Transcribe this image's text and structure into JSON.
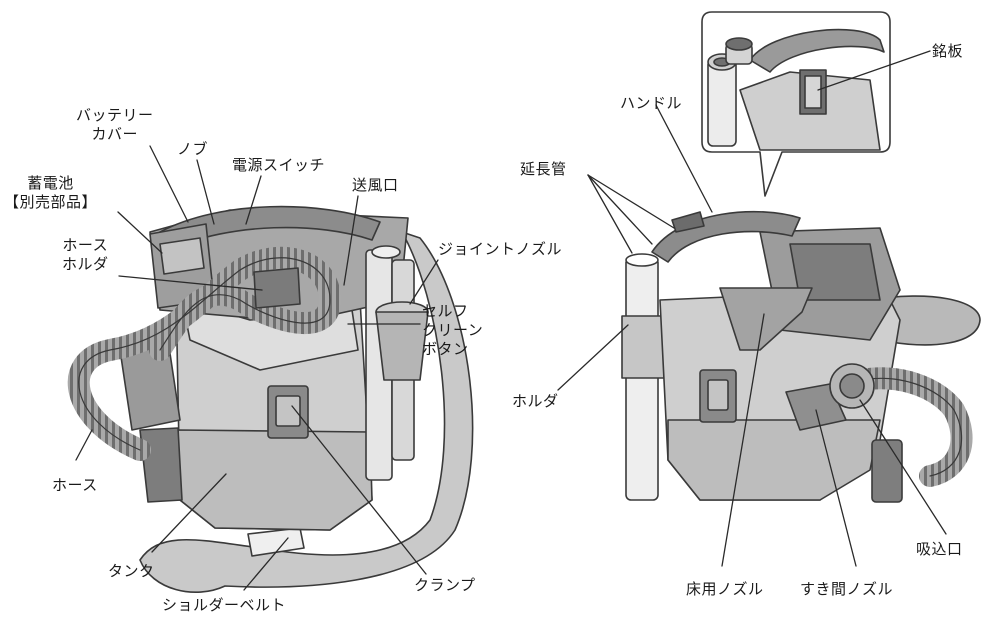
{
  "diagram": {
    "labels": {
      "battery_cover": "バッテリー\nカバー",
      "knob": "ノブ",
      "power_switch": "電源スイッチ",
      "battery": "蓄電池\n【別売部品】",
      "blower_port": "送風口",
      "hose_holder": "ホース\nホルダ",
      "joint_nozzle": "ジョイントノズル",
      "self_clean_button": "セルフ\nクリーン\nボタン",
      "hose": "ホース",
      "tank": "タンク",
      "shoulder_belt": "ショルダーベルト",
      "clamp": "クランプ",
      "nameplate": "銘板",
      "handle": "ハンドル",
      "extension_pipe": "延長管",
      "holder": "ホルダ",
      "floor_nozzle": "床用ノズル",
      "crevice_nozzle": "すき間ノズル",
      "intake_port": "吸込口"
    }
  }
}
